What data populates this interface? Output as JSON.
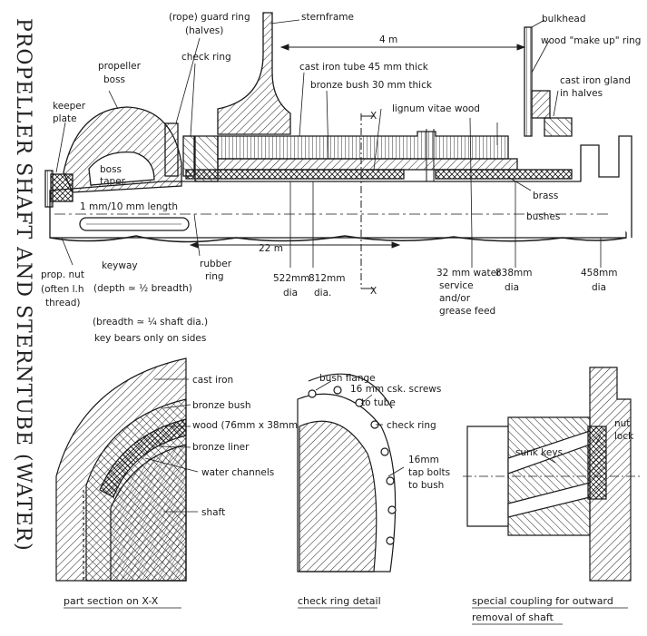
{
  "title": "PROPELLER SHAFT AND STERNTUBE (WATER)",
  "main_view": {
    "labels": {
      "sternframe": "sternframe",
      "guard_ring_1": "(rope) guard ring",
      "guard_ring_2": "(halves)",
      "bulkhead": "bulkhead",
      "propeller_boss_1": "propeller",
      "propeller_boss_2": "boss",
      "check_ring": "check ring",
      "dim_4m": "4 m",
      "wood_ring": "wood \"make up\" ring",
      "cast_iron_tube": "cast iron tube 45 mm thick",
      "bronze_bush": "bronze bush 30 mm thick",
      "gland_1": "cast iron gland",
      "gland_2": "in halves",
      "keeper_1": "keeper",
      "keeper_2": "plate",
      "section_x_top": "X",
      "lignum": "lignum vitae wood",
      "boss_taper_1": "boss",
      "boss_taper_2": "taper",
      "taper_ratio": "1 mm/10 mm length",
      "brass_1": "brass",
      "brass_2": "bushes",
      "dim_22m": "22 m",
      "prop_nut_1": "prop. nut",
      "prop_nut_2": "(often l.h",
      "prop_nut_3": "thread)",
      "keyway_1": "keyway",
      "keyway_2": "(depth ≃ ½ breadth)",
      "keyway_3": "(breadth ≃ ¼ shaft dia.)",
      "keyway_4": "key bears only on sides",
      "rubber_1": "rubber",
      "rubber_2": "ring",
      "dia_522": "522mm",
      "dia_812": "812mm",
      "dia_word_a": "dia",
      "dia_word_b": "dia.",
      "section_x_bottom": "X",
      "water_1": "32 mm water",
      "water_2": "service",
      "water_3": "and/or",
      "water_4": "grease feed",
      "dia_838": "838mm",
      "dia_word_c": "dia",
      "dia_458": "458mm",
      "dia_word_d": "dia"
    }
  },
  "section_view": {
    "caption": "part section on X-X",
    "labels": {
      "cast_iron": "cast iron",
      "bronze_bush": "bronze bush",
      "wood": "wood (76mm x 38mm)",
      "bronze_liner": "bronze liner",
      "water_channels": "water channels",
      "shaft": "shaft"
    }
  },
  "check_ring_view": {
    "caption": "check ring detail",
    "labels": {
      "bush_flange": "bush flange",
      "screws_1": "16 mm csk. screws",
      "screws_2": "to tube",
      "check_ring": "check ring",
      "bolts_1": "16mm",
      "bolts_2": "tap bolts",
      "bolts_3": "to bush"
    }
  },
  "coupling_view": {
    "caption_1": "special coupling for outward",
    "caption_2": "removal of shaft",
    "labels": {
      "nut_1": "nut",
      "nut_2": "lock",
      "sunk_keys": "sunk keys"
    }
  },
  "colors": {
    "ink": "#1a1a1a",
    "paper": "#ffffff"
  }
}
